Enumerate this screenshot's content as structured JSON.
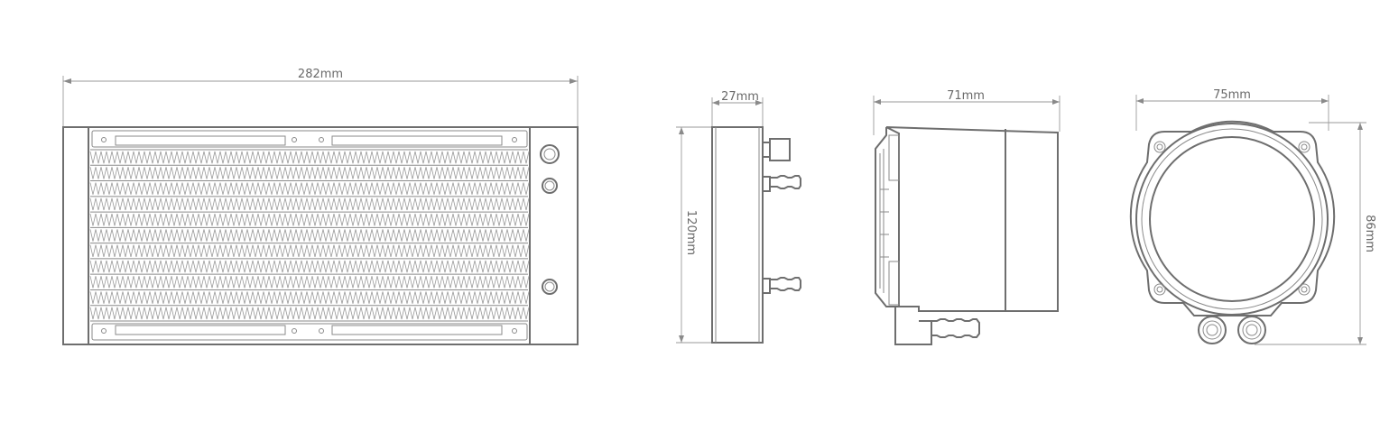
{
  "dimensions": {
    "radiator_length": "282mm",
    "radiator_thickness": "27mm",
    "radiator_height": "120mm",
    "pump_depth": "71mm",
    "pump_width": "75mm",
    "pump_height": "86mm"
  },
  "colors": {
    "outline": "#6e6e6e",
    "dimension_line": "#9a9a9a",
    "label": "#6a6a6a"
  }
}
